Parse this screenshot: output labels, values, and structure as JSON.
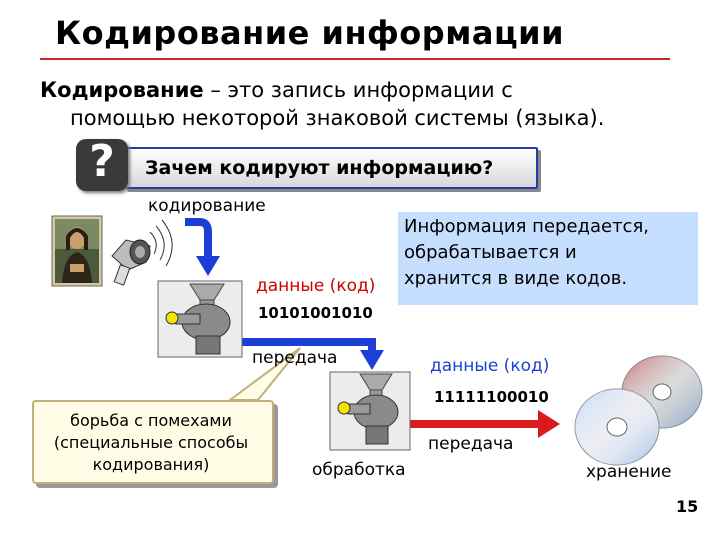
{
  "title": "Кодирование информации",
  "definition": {
    "term": "Кодирование",
    "line1_rest": " – это запись информации с",
    "line2": "помощью некоторой знаковой системы (языка)."
  },
  "question": {
    "icon_char": "?",
    "text": "Зачем кодируют информацию?"
  },
  "diagram": {
    "encoding_label": "кодирование",
    "data_code_label_1": "данные (код)",
    "code_1": "10101001010",
    "transfer_label_1": "передача",
    "info_box": [
      "Информация передается,",
      "обрабатывается и",
      "хранится в виде кодов."
    ],
    "data_code_label_2": "данные (код)",
    "code_2": "11111100010",
    "transfer_label_2": "передача",
    "processing_label": "обработка",
    "storage_label": "хранение",
    "callout": [
      "борьба с помехами",
      "(специальные способы",
      "кодирования)"
    ]
  },
  "page_number": "15"
}
